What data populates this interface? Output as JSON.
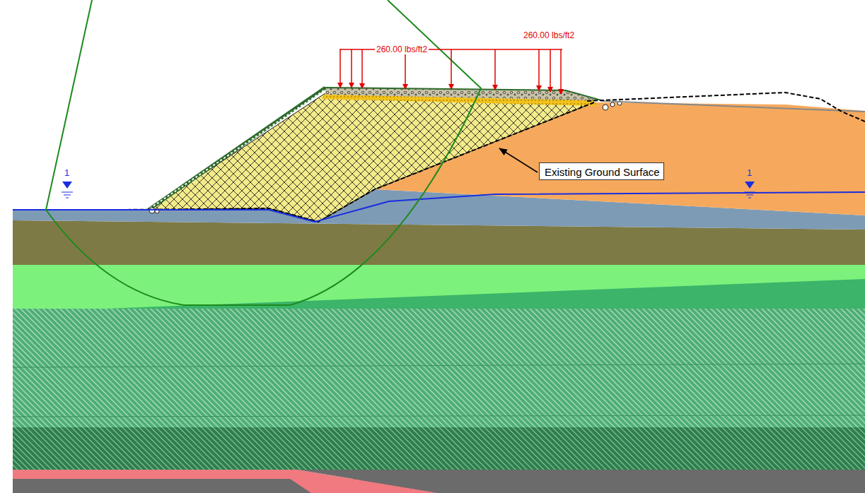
{
  "diagram": {
    "nodes": [
      {
        "text": [
          "Existing Ground Surface"
        ]
      }
    ],
    "labels": [
      "260.00 lbs/ft2",
      "260.00 lbs/ft2",
      "1",
      "1"
    ]
  }
}
